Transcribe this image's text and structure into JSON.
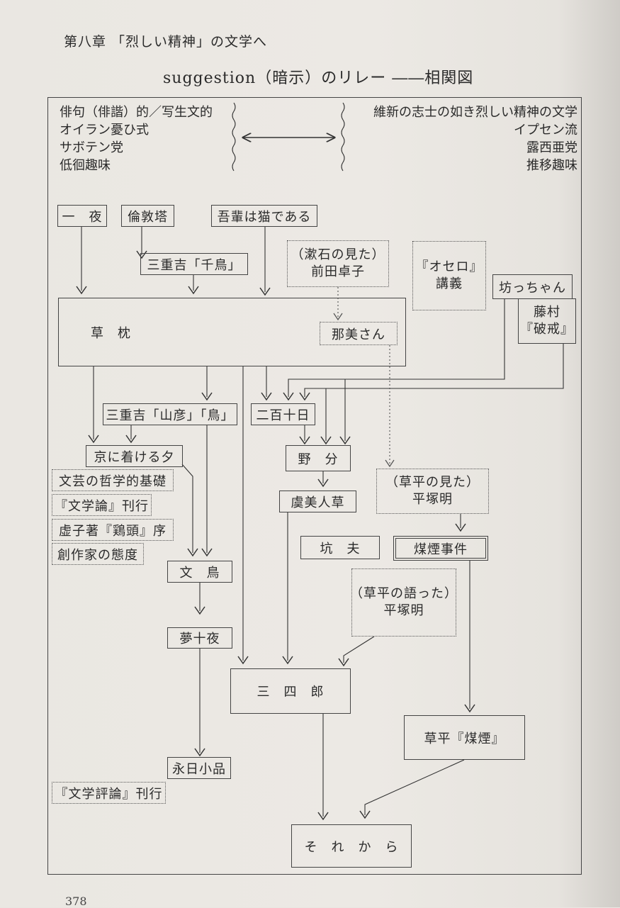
{
  "header": {
    "chapter": "第八章 「烈しい精神」の文学へ",
    "title": "suggestion（暗示）のリレー ――相関図"
  },
  "left_list": [
    "俳句（俳諧）的／写生文的",
    "オイラン憂ひ式",
    "サボテン党",
    "低徊趣味"
  ],
  "right_list": [
    "維新の志士の如き烈しい精神の文学",
    "イプセン流",
    "露西亜党",
    "推移趣味"
  ],
  "nodes": {
    "ichiya": "一　夜",
    "rondonto": "倫敦塔",
    "wagahai": "吾輩は猫である",
    "chidori": "三重吉「千鳥」",
    "maeda_l1": "（漱石の見た）",
    "maeda_l2": "前田卓子",
    "othello_l1": "『オセロ』",
    "othello_l2": "講義",
    "botchan": "坊っちゃん",
    "toson_l1": "藤村",
    "toson_l2": "『破戒』",
    "kusamakura": "草　枕",
    "nami": "那美さん",
    "yamabiko": "三重吉「山彦」「鳥」",
    "nihyaku": "二百十日",
    "kyo": "京に着ける夕",
    "nowaki": "野　分",
    "bungei": "文芸の哲学的基礎",
    "bungakuron": "『文学論』刊行",
    "keito": "虚子著『鶏頭』序",
    "sosakuka": "創作家の態度",
    "gubijinso": "虞美人草",
    "hiratsuka1_l1": "（草平の見た）",
    "hiratsuka1_l2": "平塚明",
    "kofu": "坑　夫",
    "baien": "煤煙事件",
    "bunchou": "文　鳥",
    "hiratsuka2_l1": "（草平の語った）",
    "hiratsuka2_l2": "平塚明",
    "yume": "夢十夜",
    "sanshiro": "三　四　郎",
    "sohei": "草平『煤煙』",
    "eijitsu": "永日小品",
    "hyoron": "『文学評論』刊行",
    "sorekara": "そ　れ　か　ら"
  },
  "page_number": "378"
}
